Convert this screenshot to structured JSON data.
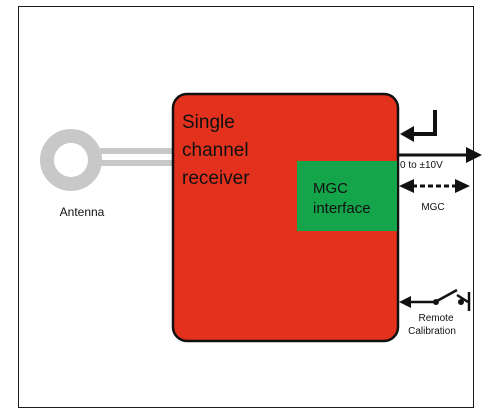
{
  "diagram": {
    "antenna_label": "Antenna",
    "receiver_label_lines": [
      "Single",
      "channel",
      "receiver"
    ],
    "mgc_label_lines": [
      "MGC",
      "interface"
    ],
    "output_label": "0 to ±10V",
    "mgc_port_label": "MGC",
    "calibration_label_lines": [
      "Remote",
      "Calibration"
    ]
  },
  "colors": {
    "receiver_fill": "#e2311d",
    "mgc_fill": "#14a44a",
    "antenna_gray": "#c8c8c8",
    "line_black": "#111111"
  }
}
